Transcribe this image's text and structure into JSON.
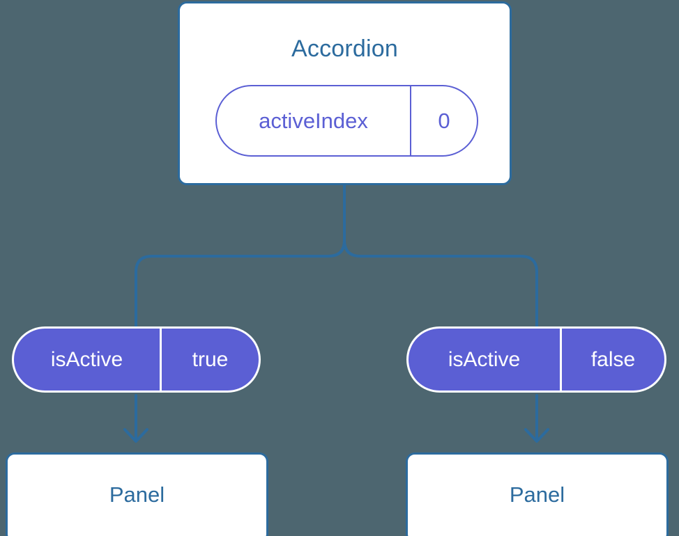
{
  "diagram": {
    "title_text": "Accordion",
    "background_color": "#4d6670",
    "accent_blue": "#2c6b9e",
    "accent_purple": "#5b5fd4",
    "root": {
      "component_name": "Accordion",
      "state": {
        "key": "activeIndex",
        "value": "0"
      }
    },
    "branches": [
      {
        "prop": {
          "key": "isActive",
          "value": "true"
        },
        "child": {
          "component_name": "Panel"
        }
      },
      {
        "prop": {
          "key": "isActive",
          "value": "false"
        },
        "child": {
          "component_name": "Panel"
        }
      }
    ]
  }
}
